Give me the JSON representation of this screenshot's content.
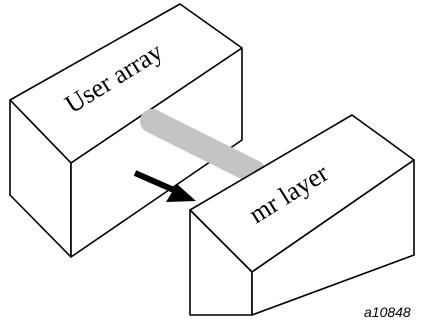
{
  "boxes": {
    "user_array": {
      "label": "User array"
    },
    "mr_layer": {
      "label": "mr layer"
    }
  },
  "colors": {
    "outline": "#000000",
    "face": "#ffffff",
    "connector": "#c4c4c4",
    "arrow": "#000000"
  },
  "figure_id": "a10848"
}
